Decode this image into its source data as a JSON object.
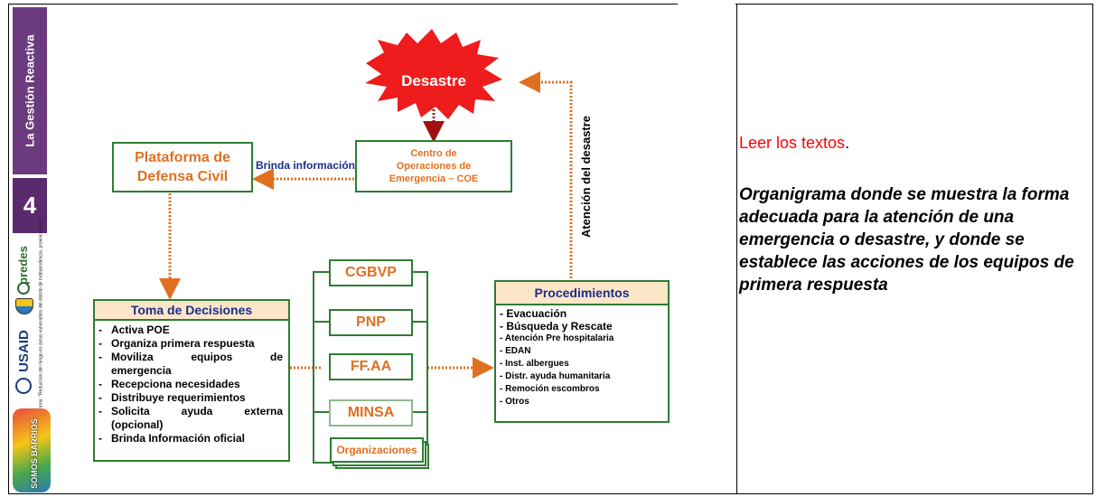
{
  "sidebar": {
    "section_title": "La Gestión Reactiva",
    "section_number": "4",
    "program_text": "Programa: \"Reducción del riesgo en áreas vulnerables del distrito de Independencia, provincia Lima\"",
    "logos": [
      "predes",
      "usaid-logo",
      "somos-barrios-logo"
    ],
    "logo_predes_text": "predes",
    "logo_usaid_text": "USAID",
    "logo_somos_text": "SOMOS BARRIOS"
  },
  "diagram": {
    "desastre": "Desastre",
    "coe": "Centro de Operaciones de Emergencia – COE",
    "coe_lines": [
      "Centro de",
      "Operaciones de",
      "Emergencia – COE"
    ],
    "plataforma_lines": [
      "Plataforma de",
      "Defensa Civil"
    ],
    "brinda_informacion": "Brinda información",
    "atencion_desastre": "Atención del desastre",
    "toma_decisiones": {
      "title": "Toma de Decisiones",
      "items": [
        "Activa POE",
        "Organiza primera respuesta",
        "Moviliza equipos de",
        "emergencia",
        "Recepciona necesidades",
        "Distribuye requerimientos",
        "Solicita ayuda externa",
        "(opcional)",
        "Brinda Información oficial"
      ]
    },
    "entities": [
      "CGBVP",
      "PNP",
      "FF.AA",
      "MINSA",
      "Organizaciones"
    ],
    "procedimientos": {
      "title": "Procedimientos",
      "items": [
        "- Evacuación",
        "- Búsqueda y Rescate",
        "- Atención Pre hospitalaria",
        "- EDAN",
        "- Inst. albergues",
        "- Distr. ayuda humanitaria",
        "- Remoción escombros",
        "- Otros"
      ]
    }
  },
  "notes": {
    "instruction": "Leer los textos",
    "instruction_period": ".",
    "description": "Organigrama donde se muestra la forma adecuada para la atención de una emergencia o desastre, y donde se establece las acciones de los equipos de primera respuesta"
  },
  "colors": {
    "orange": "#e07020",
    "green_border": "#2e7d32",
    "purple": "#5b2a6e",
    "red": "#ff0000"
  }
}
